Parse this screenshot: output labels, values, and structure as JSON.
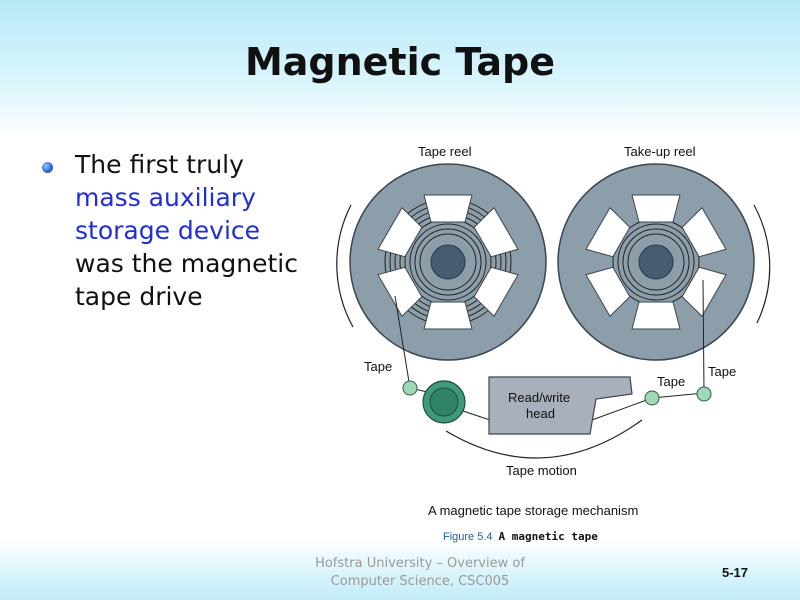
{
  "slide": {
    "title": "Magnetic Tape",
    "bullet": {
      "line1": "The first truly",
      "line2": "mass auxiliary",
      "line3": "storage device",
      "line4": "was the magnetic",
      "line5": "tape drive"
    },
    "highlight_color": "#1f2ed8"
  },
  "diagram": {
    "labels": {
      "tape_reel": "Tape reel",
      "takeup_reel": "Take-up reel",
      "tape_left": "Tape",
      "tape_mid": "Tape",
      "tape_right": "Tape",
      "read_write_1": "Read/write",
      "read_write_2": "head",
      "tape_motion": "Tape motion",
      "mechanism_caption": "A magnetic tape storage mechanism"
    },
    "colors": {
      "reel": "#8d9eab",
      "hub": "#445d72",
      "capstan": "#3f9a7c",
      "guide": "#9fd9b5",
      "head": "#a7b0bb"
    }
  },
  "figure": {
    "number": "Figure 5.4",
    "title": "A magnetic tape"
  },
  "footer": {
    "line1": "Hofstra University – Overview of",
    "line2": "Computer Science, CSC005"
  },
  "slide_number": "5-17"
}
